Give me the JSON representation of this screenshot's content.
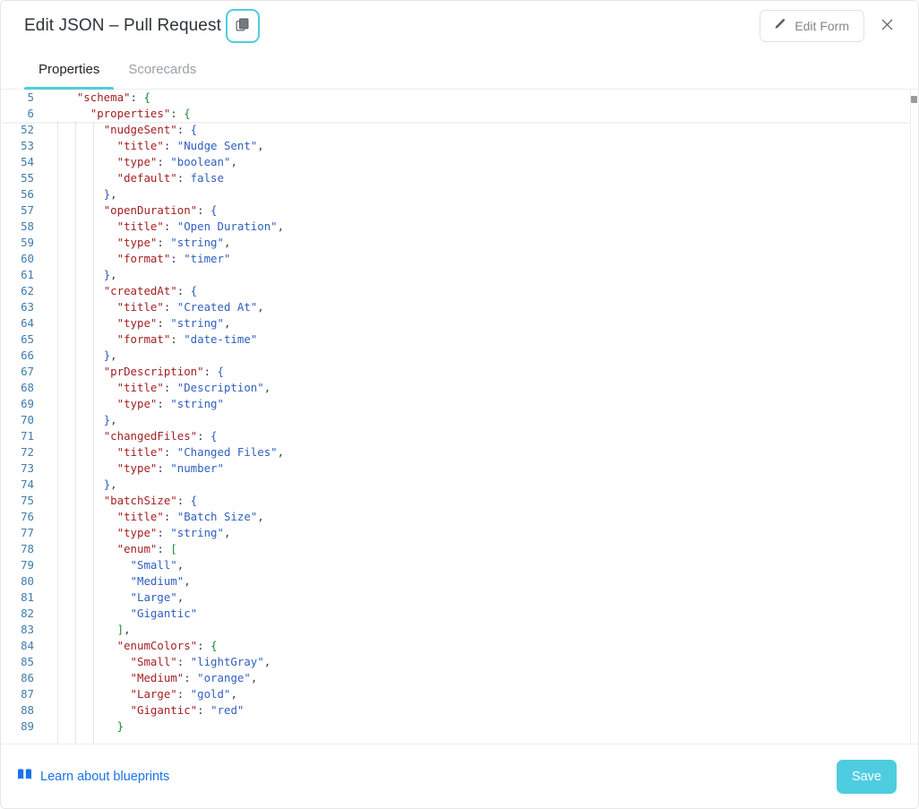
{
  "header": {
    "title": "Edit JSON – Pull Request",
    "copy_icon": "copy-icon",
    "edit_form_label": "Edit Form",
    "pencil_icon": "pencil-icon",
    "close_icon": "close-icon",
    "focus_ring_color": "#4ecde0"
  },
  "tabs": [
    {
      "label": "Properties",
      "active": true
    },
    {
      "label": "Scorecards",
      "active": false
    }
  ],
  "editor": {
    "sticky_lines": [
      {
        "num": "5",
        "indent": 2,
        "tokens": [
          {
            "t": "\"schema\"",
            "c": "k"
          },
          {
            "t": ":",
            "c": "p"
          },
          {
            "t": " ",
            "c": "p"
          },
          {
            "t": "{",
            "c": "br0"
          }
        ]
      },
      {
        "num": "6",
        "indent": 3,
        "tokens": [
          {
            "t": "\"properties\"",
            "c": "k"
          },
          {
            "t": ":",
            "c": "p"
          },
          {
            "t": " ",
            "c": "p"
          },
          {
            "t": "{",
            "c": "br0"
          }
        ]
      }
    ],
    "lines": [
      {
        "num": "52",
        "indent": 4,
        "tokens": [
          {
            "t": "\"nudgeSent\"",
            "c": "k"
          },
          {
            "t": ": ",
            "c": "p"
          },
          {
            "t": "{",
            "c": "br1"
          }
        ]
      },
      {
        "num": "53",
        "indent": 5,
        "tokens": [
          {
            "t": "\"title\"",
            "c": "k"
          },
          {
            "t": ": ",
            "c": "p"
          },
          {
            "t": "\"Nudge Sent\"",
            "c": "s"
          },
          {
            "t": ",",
            "c": "p"
          }
        ]
      },
      {
        "num": "54",
        "indent": 5,
        "tokens": [
          {
            "t": "\"type\"",
            "c": "k"
          },
          {
            "t": ": ",
            "c": "p"
          },
          {
            "t": "\"boolean\"",
            "c": "s"
          },
          {
            "t": ",",
            "c": "p"
          }
        ]
      },
      {
        "num": "55",
        "indent": 5,
        "tokens": [
          {
            "t": "\"default\"",
            "c": "k"
          },
          {
            "t": ": ",
            "c": "p"
          },
          {
            "t": "false",
            "c": "b"
          }
        ]
      },
      {
        "num": "56",
        "indent": 4,
        "tokens": [
          {
            "t": "}",
            "c": "br1"
          },
          {
            "t": ",",
            "c": "p"
          }
        ]
      },
      {
        "num": "57",
        "indent": 4,
        "tokens": [
          {
            "t": "\"openDuration\"",
            "c": "k"
          },
          {
            "t": ": ",
            "c": "p"
          },
          {
            "t": "{",
            "c": "br1"
          }
        ]
      },
      {
        "num": "58",
        "indent": 5,
        "tokens": [
          {
            "t": "\"title\"",
            "c": "k"
          },
          {
            "t": ": ",
            "c": "p"
          },
          {
            "t": "\"Open Duration\"",
            "c": "s"
          },
          {
            "t": ",",
            "c": "p"
          }
        ]
      },
      {
        "num": "59",
        "indent": 5,
        "tokens": [
          {
            "t": "\"type\"",
            "c": "k"
          },
          {
            "t": ": ",
            "c": "p"
          },
          {
            "t": "\"string\"",
            "c": "s"
          },
          {
            "t": ",",
            "c": "p"
          }
        ]
      },
      {
        "num": "60",
        "indent": 5,
        "tokens": [
          {
            "t": "\"format\"",
            "c": "k"
          },
          {
            "t": ": ",
            "c": "p"
          },
          {
            "t": "\"timer\"",
            "c": "s"
          }
        ]
      },
      {
        "num": "61",
        "indent": 4,
        "tokens": [
          {
            "t": "}",
            "c": "br1"
          },
          {
            "t": ",",
            "c": "p"
          }
        ]
      },
      {
        "num": "62",
        "indent": 4,
        "tokens": [
          {
            "t": "\"createdAt\"",
            "c": "k"
          },
          {
            "t": ": ",
            "c": "p"
          },
          {
            "t": "{",
            "c": "br1"
          }
        ]
      },
      {
        "num": "63",
        "indent": 5,
        "tokens": [
          {
            "t": "\"title\"",
            "c": "k"
          },
          {
            "t": ": ",
            "c": "p"
          },
          {
            "t": "\"Created At\"",
            "c": "s"
          },
          {
            "t": ",",
            "c": "p"
          }
        ]
      },
      {
        "num": "64",
        "indent": 5,
        "tokens": [
          {
            "t": "\"type\"",
            "c": "k"
          },
          {
            "t": ": ",
            "c": "p"
          },
          {
            "t": "\"string\"",
            "c": "s"
          },
          {
            "t": ",",
            "c": "p"
          }
        ]
      },
      {
        "num": "65",
        "indent": 5,
        "tokens": [
          {
            "t": "\"format\"",
            "c": "k"
          },
          {
            "t": ": ",
            "c": "p"
          },
          {
            "t": "\"date-time\"",
            "c": "s"
          }
        ]
      },
      {
        "num": "66",
        "indent": 4,
        "tokens": [
          {
            "t": "}",
            "c": "br1"
          },
          {
            "t": ",",
            "c": "p"
          }
        ]
      },
      {
        "num": "67",
        "indent": 4,
        "tokens": [
          {
            "t": "\"prDescription\"",
            "c": "k"
          },
          {
            "t": ": ",
            "c": "p"
          },
          {
            "t": "{",
            "c": "br1"
          }
        ]
      },
      {
        "num": "68",
        "indent": 5,
        "tokens": [
          {
            "t": "\"title\"",
            "c": "k"
          },
          {
            "t": ": ",
            "c": "p"
          },
          {
            "t": "\"Description\"",
            "c": "s"
          },
          {
            "t": ",",
            "c": "p"
          }
        ]
      },
      {
        "num": "69",
        "indent": 5,
        "tokens": [
          {
            "t": "\"type\"",
            "c": "k"
          },
          {
            "t": ": ",
            "c": "p"
          },
          {
            "t": "\"string\"",
            "c": "s"
          }
        ]
      },
      {
        "num": "70",
        "indent": 4,
        "tokens": [
          {
            "t": "}",
            "c": "br1"
          },
          {
            "t": ",",
            "c": "p"
          }
        ]
      },
      {
        "num": "71",
        "indent": 4,
        "tokens": [
          {
            "t": "\"changedFiles\"",
            "c": "k"
          },
          {
            "t": ": ",
            "c": "p"
          },
          {
            "t": "{",
            "c": "br1"
          }
        ]
      },
      {
        "num": "72",
        "indent": 5,
        "tokens": [
          {
            "t": "\"title\"",
            "c": "k"
          },
          {
            "t": ": ",
            "c": "p"
          },
          {
            "t": "\"Changed Files\"",
            "c": "s"
          },
          {
            "t": ",",
            "c": "p"
          }
        ]
      },
      {
        "num": "73",
        "indent": 5,
        "tokens": [
          {
            "t": "\"type\"",
            "c": "k"
          },
          {
            "t": ": ",
            "c": "p"
          },
          {
            "t": "\"number\"",
            "c": "s"
          }
        ]
      },
      {
        "num": "74",
        "indent": 4,
        "tokens": [
          {
            "t": "}",
            "c": "br1"
          },
          {
            "t": ",",
            "c": "p"
          }
        ]
      },
      {
        "num": "75",
        "indent": 4,
        "tokens": [
          {
            "t": "\"batchSize\"",
            "c": "k"
          },
          {
            "t": ": ",
            "c": "p"
          },
          {
            "t": "{",
            "c": "br1"
          }
        ]
      },
      {
        "num": "76",
        "indent": 5,
        "tokens": [
          {
            "t": "\"title\"",
            "c": "k"
          },
          {
            "t": ": ",
            "c": "p"
          },
          {
            "t": "\"Batch Size\"",
            "c": "s"
          },
          {
            "t": ",",
            "c": "p"
          }
        ]
      },
      {
        "num": "77",
        "indent": 5,
        "tokens": [
          {
            "t": "\"type\"",
            "c": "k"
          },
          {
            "t": ": ",
            "c": "p"
          },
          {
            "t": "\"string\"",
            "c": "s"
          },
          {
            "t": ",",
            "c": "p"
          }
        ]
      },
      {
        "num": "78",
        "indent": 5,
        "tokens": [
          {
            "t": "\"enum\"",
            "c": "k"
          },
          {
            "t": ": ",
            "c": "p"
          },
          {
            "t": "[",
            "c": "br0"
          }
        ]
      },
      {
        "num": "79",
        "indent": 6,
        "tokens": [
          {
            "t": "\"Small\"",
            "c": "s"
          },
          {
            "t": ",",
            "c": "p"
          }
        ]
      },
      {
        "num": "80",
        "indent": 6,
        "tokens": [
          {
            "t": "\"Medium\"",
            "c": "s"
          },
          {
            "t": ",",
            "c": "p"
          }
        ]
      },
      {
        "num": "81",
        "indent": 6,
        "tokens": [
          {
            "t": "\"Large\"",
            "c": "s"
          },
          {
            "t": ",",
            "c": "p"
          }
        ]
      },
      {
        "num": "82",
        "indent": 6,
        "tokens": [
          {
            "t": "\"Gigantic\"",
            "c": "s"
          }
        ]
      },
      {
        "num": "83",
        "indent": 5,
        "tokens": [
          {
            "t": "]",
            "c": "br0"
          },
          {
            "t": ",",
            "c": "p"
          }
        ]
      },
      {
        "num": "84",
        "indent": 5,
        "tokens": [
          {
            "t": "\"enumColors\"",
            "c": "k"
          },
          {
            "t": ": ",
            "c": "p"
          },
          {
            "t": "{",
            "c": "br0"
          }
        ]
      },
      {
        "num": "85",
        "indent": 6,
        "tokens": [
          {
            "t": "\"Small\"",
            "c": "k"
          },
          {
            "t": ": ",
            "c": "p"
          },
          {
            "t": "\"lightGray\"",
            "c": "s"
          },
          {
            "t": ",",
            "c": "p"
          }
        ]
      },
      {
        "num": "86",
        "indent": 6,
        "tokens": [
          {
            "t": "\"Medium\"",
            "c": "k"
          },
          {
            "t": ": ",
            "c": "p"
          },
          {
            "t": "\"orange\"",
            "c": "s"
          },
          {
            "t": ",",
            "c": "p"
          }
        ]
      },
      {
        "num": "87",
        "indent": 6,
        "tokens": [
          {
            "t": "\"Large\"",
            "c": "k"
          },
          {
            "t": ": ",
            "c": "p"
          },
          {
            "t": "\"gold\"",
            "c": "s"
          },
          {
            "t": ",",
            "c": "p"
          }
        ]
      },
      {
        "num": "88",
        "indent": 6,
        "tokens": [
          {
            "t": "\"Gigantic\"",
            "c": "k"
          },
          {
            "t": ": ",
            "c": "p"
          },
          {
            "t": "\"red\"",
            "c": "s"
          }
        ]
      },
      {
        "num": "89",
        "indent": 5,
        "tokens": [
          {
            "t": "}",
            "c": "br0"
          }
        ]
      }
    ]
  },
  "footer": {
    "learn_label": "Learn about blueprints",
    "book_icon": "book-icon",
    "save_label": "Save",
    "save_color": "#4ecde0"
  }
}
